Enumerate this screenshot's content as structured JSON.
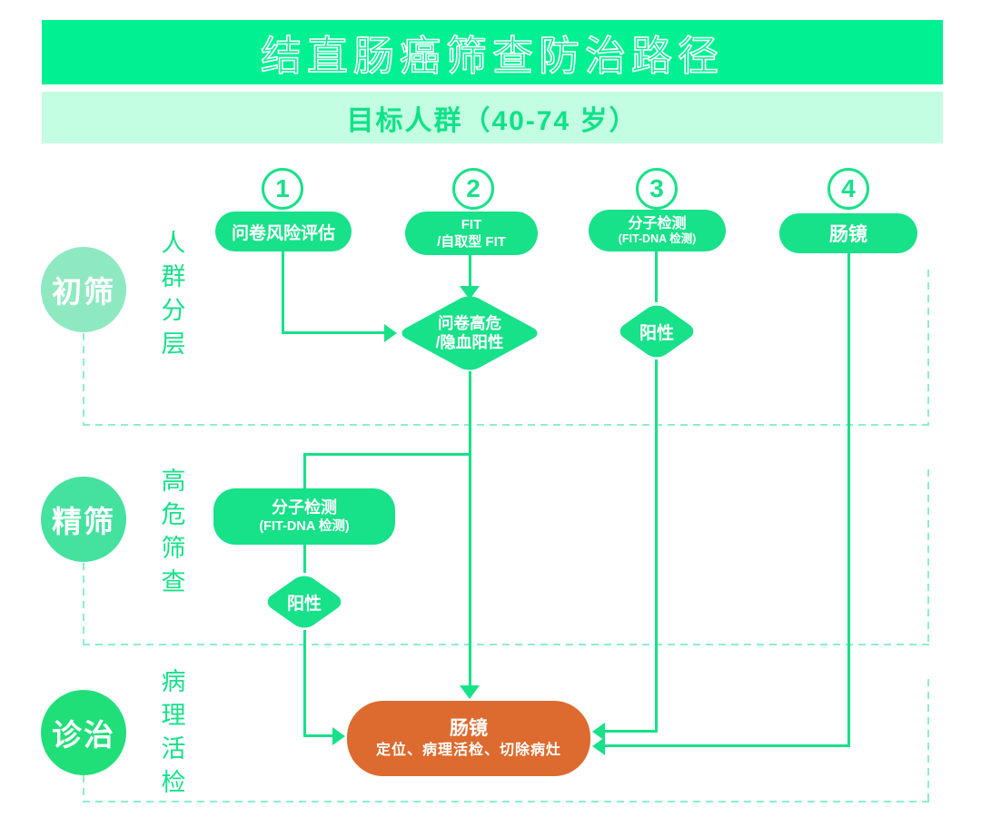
{
  "title": "结直肠癌筛查防治路径",
  "subtitle": "目标人群（40-74 岁）",
  "columns": [
    {
      "number": "1",
      "line1": "问卷风险评估",
      "line2": ""
    },
    {
      "number": "2",
      "line1": "FIT",
      "line2": "/自取型 FIT"
    },
    {
      "number": "3",
      "line1": "分子检测",
      "line2": "(FIT-DNA 检测)"
    },
    {
      "number": "4",
      "line1": "肠镜",
      "line2": ""
    }
  ],
  "stages": [
    {
      "label": "初筛",
      "side": "人群分层"
    },
    {
      "label": "精筛",
      "side": "高危筛查"
    },
    {
      "label": "诊治",
      "side": "病理活检"
    }
  ],
  "nodes": {
    "screen_decision_line1": "问卷高危",
    "screen_decision_line2": "/隐血阳性",
    "fit_positive": "阳性",
    "refine_test_line1": "分子检测",
    "refine_test_line2": "(FIT-DNA 检测)",
    "refine_positive": "阳性",
    "treatment_title": "肠镜",
    "treatment_subtitle": "定位、病理活检、切除病灶"
  },
  "colors": {
    "primary_green": "#17E189",
    "banner_green": "#00F092",
    "pale_green": "#C3FDE2",
    "subtitle_green": "#0EE287",
    "stage1_circle": "#8EE9C1",
    "stage2_circle": "#45E19E",
    "stage3_circle": "#20DF79",
    "dashed_line": "#8CEECD",
    "orange": "#DD6A2E"
  }
}
